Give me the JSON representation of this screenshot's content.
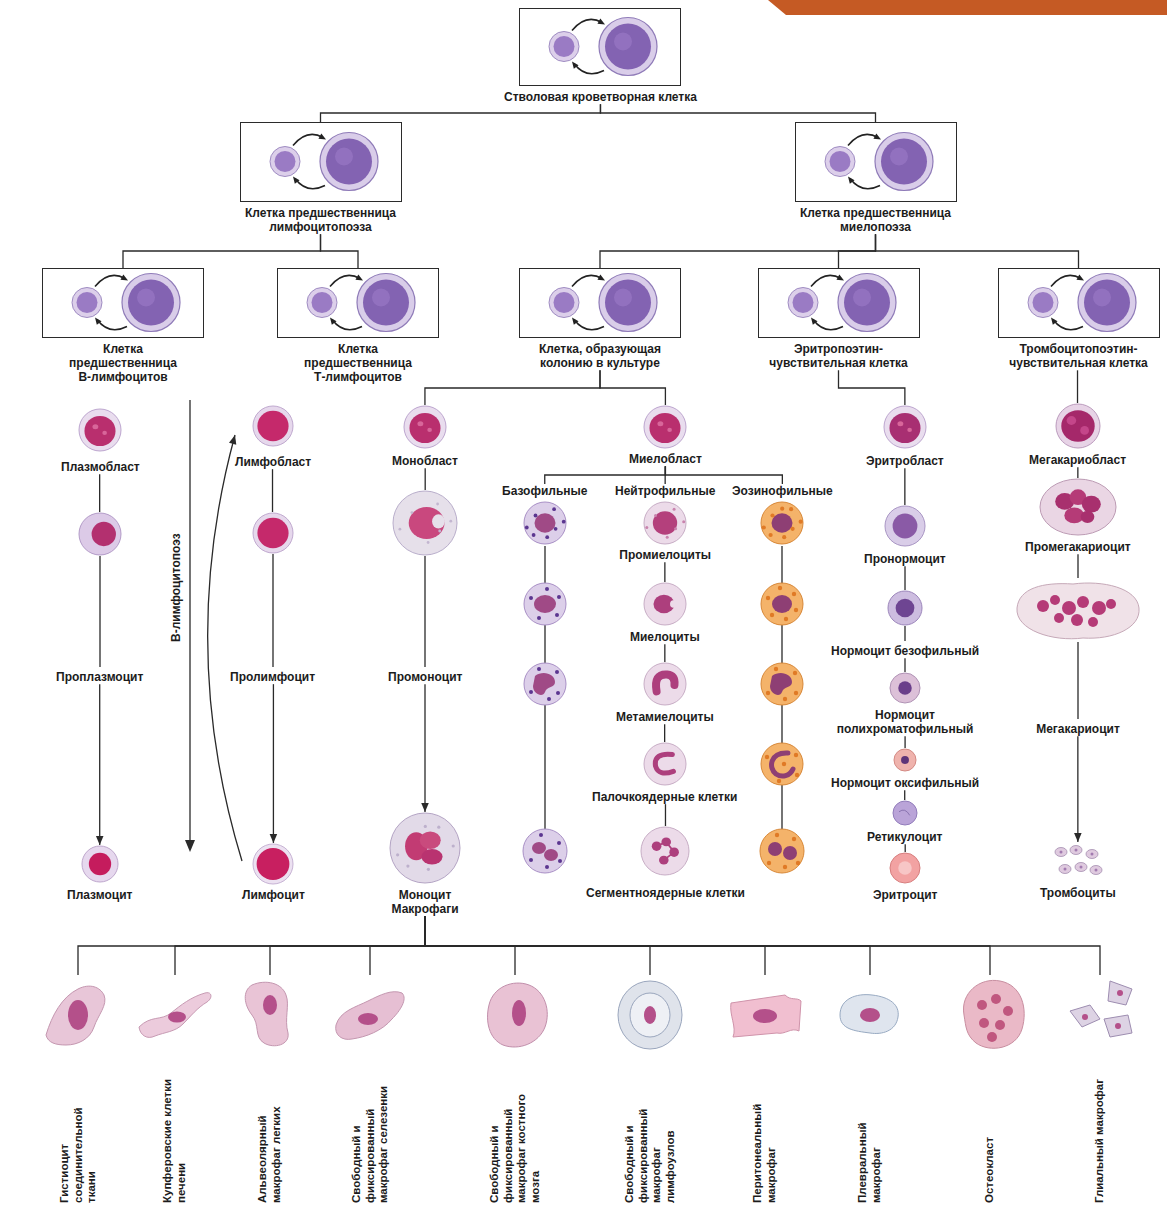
{
  "diagram": {
    "nodes": [
      {
        "text": [
          "Стволовая кроветворная клетка"
        ]
      },
      {
        "text": [
          "Клетка предшественница лимфоцитопоэза"
        ]
      },
      {
        "text": [
          "Клетка предшественница миелопоэза"
        ]
      },
      {
        "text": [
          "Клетка предшественница В-лимфоцитов"
        ]
      },
      {
        "text": [
          "Клетка предшественница Т-лимфоцитов"
        ]
      },
      {
        "text": [
          "Клетка, образующая колонию в культуре"
        ]
      },
      {
        "text": [
          "Эритропоэтин-чувствительная клетка"
        ]
      },
      {
        "text": [
          "Тромбоцитопоэтин-чувствительная клетка"
        ]
      },
      {
        "text": [
          "Плазмобласт"
        ]
      },
      {
        "text": [
          "Лимфобласт"
        ]
      },
      {
        "text": [
          "Монобласт"
        ]
      },
      {
        "text": [
          "Миелобласт"
        ]
      },
      {
        "text": [
          "Эритробласт"
        ]
      },
      {
        "text": [
          "Мегакариобласт"
        ]
      },
      {
        "text": [
          "Базофильные"
        ]
      },
      {
        "text": [
          "Нейтрофильные",
          "Промиелоциты"
        ]
      },
      {
        "text": [
          "Эозинофильные"
        ]
      },
      {
        "text": [
          "Пронормоцит"
        ]
      },
      {
        "text": [
          "Промегакариоцит"
        ]
      },
      {
        "text": [
          "Нормоцит безофильный"
        ]
      },
      {
        "text": [
          "Миелоциты"
        ]
      },
      {
        "text": [
          "Проплазмоцит"
        ]
      },
      {
        "text": [
          "Пролимфоцит"
        ]
      },
      {
        "text": [
          "Промоноцит"
        ]
      },
      {
        "text": [
          "Метамиелоциты"
        ]
      },
      {
        "text": [
          "Нормоцит полихроматофильный"
        ]
      },
      {
        "text": [
          "Мегакариоцит"
        ]
      },
      {
        "text": [
          "Нормоцит оксифильный"
        ]
      },
      {
        "text": [
          "Палочкоядерные клетки"
        ]
      },
      {
        "text": [
          "Ретикулоцит"
        ]
      },
      {
        "text": [
          "Плазмоцит"
        ]
      },
      {
        "text": [
          "Лимфоцит"
        ]
      },
      {
        "text": [
          "Моноцит",
          "Макрофаги"
        ]
      },
      {
        "text": [
          "Сегментноядерные клетки"
        ]
      },
      {
        "text": [
          "Эритроцит"
        ]
      },
      {
        "text": [
          "Тромбоциты"
        ]
      },
      {
        "text": [
          "Гистиоцит соединительной ткани"
        ]
      },
      {
        "text": [
          "Купферовские клетки печени"
        ]
      },
      {
        "text": [
          "Альвеолярный макрофаг легких"
        ]
      },
      {
        "text": [
          "Свободный и фиксированный макрофаг селезенки"
        ]
      },
      {
        "text": [
          "Свободный и фиксированный макрофаг костного мозга"
        ]
      },
      {
        "text": [
          "Свободный и фиксированный макрофаг лимфоузлов"
        ]
      },
      {
        "text": [
          "Перитонеальный макрофаг"
        ]
      },
      {
        "text": [
          "Плевральный макрофаг"
        ]
      },
      {
        "text": [
          "Остеокласт"
        ]
      },
      {
        "text": [
          "Глиальный макрофаг"
        ]
      }
    ],
    "edges": [
      {
        "from": 0,
        "to": 1,
        "arrow": "none"
      },
      {
        "from": 0,
        "to": 2,
        "arrow": "none"
      },
      {
        "from": 1,
        "to": 3,
        "arrow": "none"
      },
      {
        "from": 1,
        "to": 4,
        "arrow": "none"
      },
      {
        "from": 2,
        "to": 5,
        "arrow": "none"
      },
      {
        "from": 2,
        "to": 6,
        "arrow": "none"
      },
      {
        "from": 2,
        "to": 7,
        "arrow": "none"
      },
      {
        "from": 5,
        "to": 10,
        "arrow": "none"
      },
      {
        "from": 5,
        "to": 11,
        "arrow": "none"
      },
      {
        "from": 6,
        "to": 12,
        "arrow": "none"
      },
      {
        "from": 7,
        "to": 13,
        "arrow": "none"
      },
      {
        "from": 8,
        "to": 21,
        "arrow": "none"
      },
      {
        "from": 21,
        "to": 30,
        "arrow": "to"
      },
      {
        "from": 9,
        "to": 22,
        "arrow": "none"
      },
      {
        "from": 22,
        "to": 31,
        "arrow": "to"
      },
      {
        "from": 31,
        "to": 9,
        "arrow": "to"
      },
      {
        "from": 10,
        "to": 23,
        "arrow": "none"
      },
      {
        "from": 23,
        "to": 32,
        "arrow": "to"
      },
      {
        "from": 11,
        "to": 14,
        "arrow": "none"
      },
      {
        "from": 11,
        "to": 15,
        "arrow": "none"
      },
      {
        "from": 11,
        "to": 16,
        "arrow": "none"
      },
      {
        "from": 15,
        "to": 20,
        "arrow": "none"
      },
      {
        "from": 20,
        "to": 24,
        "arrow": "none"
      },
      {
        "from": 24,
        "to": 28,
        "arrow": "none"
      },
      {
        "from": 28,
        "to": 33,
        "arrow": "none"
      },
      {
        "from": 12,
        "to": 17,
        "arrow": "none"
      },
      {
        "from": 17,
        "to": 19,
        "arrow": "none"
      },
      {
        "from": 19,
        "to": 25,
        "arrow": "none"
      },
      {
        "from": 25,
        "to": 27,
        "arrow": "none"
      },
      {
        "from": 27,
        "to": 29,
        "arrow": "none"
      },
      {
        "from": 29,
        "to": 34,
        "arrow": "none"
      },
      {
        "from": 13,
        "to": 18,
        "arrow": "none"
      },
      {
        "from": 18,
        "to": 26,
        "arrow": "none"
      },
      {
        "from": 26,
        "to": 35,
        "arrow": "to"
      },
      {
        "from": 32,
        "to": 36,
        "arrow": "none"
      },
      {
        "from": 32,
        "to": 37,
        "arrow": "none"
      },
      {
        "from": 32,
        "to": 38,
        "arrow": "none"
      },
      {
        "from": 32,
        "to": 39,
        "arrow": "none"
      },
      {
        "from": 32,
        "to": 40,
        "arrow": "none"
      },
      {
        "from": 32,
        "to": 41,
        "arrow": "none"
      },
      {
        "from": 32,
        "to": 42,
        "arrow": "none"
      },
      {
        "from": 32,
        "to": 43,
        "arrow": "none"
      },
      {
        "from": 32,
        "to": 44,
        "arrow": "none"
      },
      {
        "from": 32,
        "to": 45,
        "arrow": "none"
      }
    ],
    "labels": [
      "В-лимфоцитопоэз"
    ]
  }
}
